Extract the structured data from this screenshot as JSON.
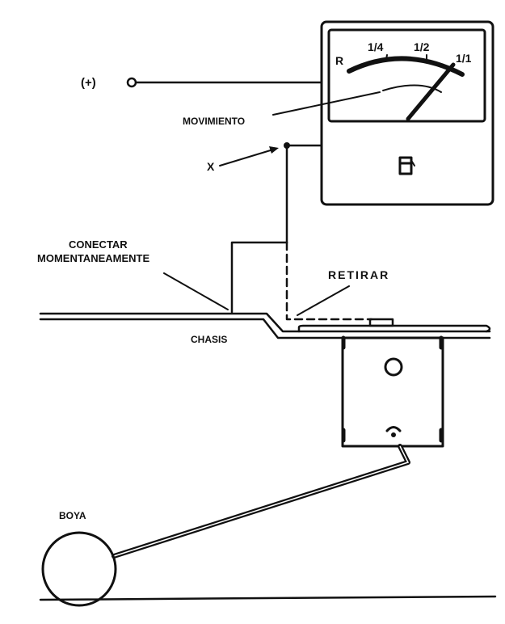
{
  "diagram": {
    "labels": {
      "positive_terminal": "(+)",
      "movement": "MOVIMIENTO",
      "point_x": "X",
      "connect_momentarily_line1": "CONECTAR",
      "connect_momentarily_line2": "MOMENTANEAMENTE",
      "remove": "RETIRAR",
      "chassis": "CHASIS",
      "float": "BOYA"
    },
    "gauge": {
      "scale_labels": [
        "R",
        "1/4",
        "1/2",
        "1/1"
      ],
      "needle_reading": "1/1",
      "icon": "fuel-pump-icon"
    },
    "colors": {
      "ink": "#111111",
      "background": "#ffffff"
    }
  }
}
